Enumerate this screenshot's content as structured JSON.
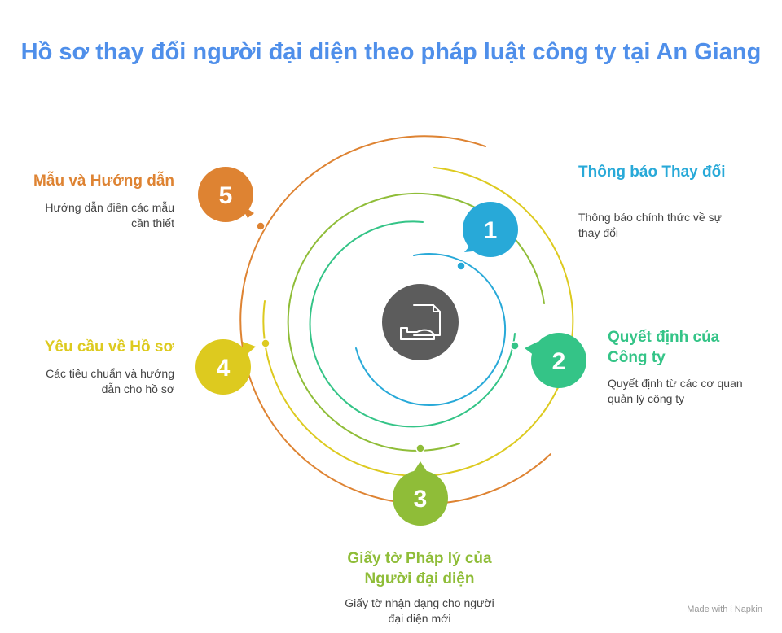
{
  "title": "Hồ sơ thay đổi người đại diện theo pháp luật công ty tại An Giang",
  "colors": {
    "step1": "#28a9d8",
    "step2": "#34c487",
    "step3": "#8fbd38",
    "step4": "#ddca1f",
    "step5": "#de8332",
    "center": "#5c5c5c",
    "title": "#4f8fea"
  },
  "center_icon": "document-hand-icon",
  "steps": [
    {
      "number": "1",
      "label": "Thông báo Thay đổi",
      "description": "Thông báo chính thức về sự thay đổi"
    },
    {
      "number": "2",
      "label": "Quyết định của Công ty",
      "description": "Quyết định từ các cơ quan quản lý công ty"
    },
    {
      "number": "3",
      "label": "Giấy tờ Pháp lý của Người đại diện",
      "description": "Giấy tờ nhận dạng cho người đại diện mới"
    },
    {
      "number": "4",
      "label": "Yêu cầu về Hồ sơ",
      "description": "Các tiêu chuẩn và hướng dẫn cho hồ sơ"
    },
    {
      "number": "5",
      "label": "Mẫu và Hướng dẫn",
      "description": "Hướng dẫn điền các mẫu cần thiết"
    }
  ],
  "footer": "Made with ⦚ Napkin"
}
